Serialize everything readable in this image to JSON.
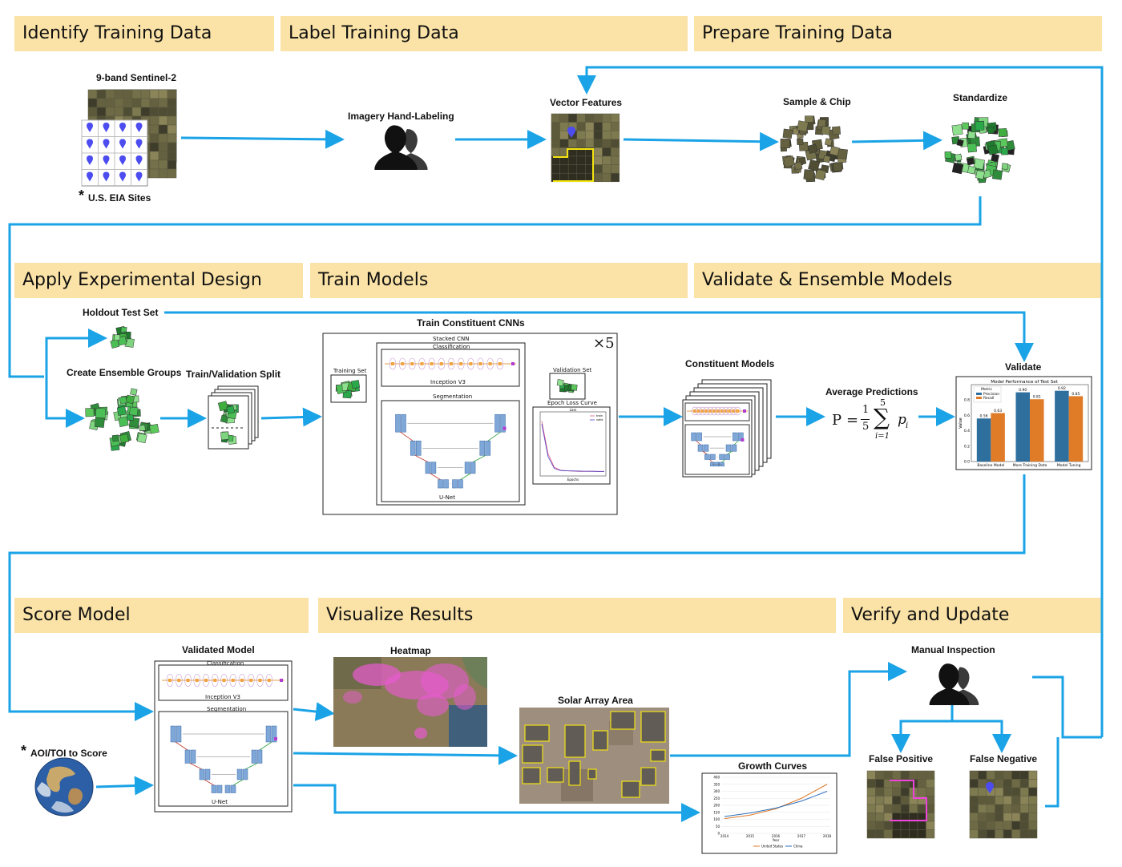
{
  "headers": {
    "identify": "Identify Training Data",
    "label": "Label Training Data",
    "prepare": "Prepare Training Data",
    "apply": "Apply Experimental Design",
    "train": "Train Models",
    "validate_ensemble": "Validate & Ensemble Models",
    "score": "Score Model",
    "visualize": "Visualize Results",
    "verify": "Verify and Update"
  },
  "row1": {
    "sentinel": "9-band Sentinel-2",
    "eia_star": "*",
    "eia": "U.S. EIA Sites",
    "hand_label": "Imagery Hand-Labeling",
    "vector": "Vector Features",
    "sample": "Sample & Chip",
    "standardize": "Standardize"
  },
  "row2": {
    "holdout": "Holdout Test Set",
    "ensemble_groups": "Create Ensemble Groups",
    "split": "Train/Validation Split",
    "train_cnns": "Train Constituent CNNs",
    "times5": "×5",
    "training_set": "Training Set",
    "stacked": "Stacked CNN",
    "classification": "Classification",
    "inception": "Inception V3",
    "segmentation": "Segmentation",
    "unet": "U-Net",
    "validation_set": "Validation Set",
    "epoch_loss": "Epoch Loss Curve",
    "loss_title": "Loss",
    "loss_legend_train": "train",
    "loss_legend_val": "valid",
    "loss_x": "Epochs",
    "constituent": "Constituent Models",
    "avg_pred": "Average Predictions",
    "validate": "Validate",
    "perf_title": "Model Performance of Test Set",
    "perf_legend_title": "Metric",
    "perf_legend_precision": "Precision",
    "perf_legend_recall": "Recall",
    "perf_ylabel": "Value"
  },
  "formula": {
    "P": "P",
    "eq": "=",
    "num": "1",
    "den": "5",
    "top": "5",
    "bottom": "i=1",
    "p": "p",
    "sub": "i"
  },
  "row3": {
    "validated_model": "Validated Model",
    "aoi_star": "*",
    "aoi": "AOI/TOI to Score",
    "heatmap": "Heatmap",
    "solar": "Solar Array Area",
    "growth": "Growth Curves",
    "growth_x": "Year",
    "growth_legend_us": "United States",
    "growth_legend_cn": "China",
    "manual": "Manual Inspection",
    "fp": "False Positive",
    "fn": "False Negative"
  },
  "colors": {
    "arrow": "#1aa3e6",
    "header": "#fbe3a7",
    "precision": "#2e6f9e",
    "recall": "#e07b28",
    "highlight": "#f5e50f",
    "fp_outline": "#ee44dd"
  },
  "chart_data": [
    {
      "type": "bar",
      "title": "Model Performance of Test Set",
      "ylabel": "Value",
      "categories": [
        "Baseline Model",
        "More Training Data",
        "Model Tuning"
      ],
      "series": [
        {
          "name": "Precision",
          "values": [
            0.56,
            0.9,
            0.92
          ]
        },
        {
          "name": "Recall",
          "values": [
            0.63,
            0.81,
            0.85
          ]
        }
      ],
      "ylim": [
        0,
        1.0
      ],
      "yticks": [
        "0.0",
        "0.2",
        "0.4",
        "0.6",
        "0.8"
      ],
      "legend": "top-left"
    },
    {
      "type": "line",
      "xlabel": "Year",
      "x": [
        "2014",
        "2015",
        "2016",
        "2017",
        "2018"
      ],
      "series": [
        {
          "name": "United States",
          "values": [
            105,
            130,
            175,
            250,
            350
          ]
        },
        {
          "name": "China",
          "values": [
            120,
            145,
            180,
            230,
            300
          ]
        }
      ],
      "yticks": [
        "0",
        "50",
        "100",
        "150",
        "200",
        "250",
        "300",
        "350",
        "400"
      ],
      "ylim": [
        0,
        400
      ],
      "legend": "bottom"
    },
    {
      "type": "line",
      "title": "Loss",
      "xlabel": "Epochs",
      "series": [
        {
          "name": "train",
          "values": [
            0.9,
            0.35,
            0.12,
            0.07,
            0.06,
            0.055,
            0.05,
            0.05,
            0.05,
            0.048,
            0.048
          ]
        },
        {
          "name": "valid",
          "values": [
            0.85,
            0.3,
            0.1,
            0.065,
            0.06,
            0.058,
            0.055,
            0.052,
            0.053,
            0.05,
            0.05
          ]
        }
      ],
      "legend": "top-right"
    }
  ]
}
